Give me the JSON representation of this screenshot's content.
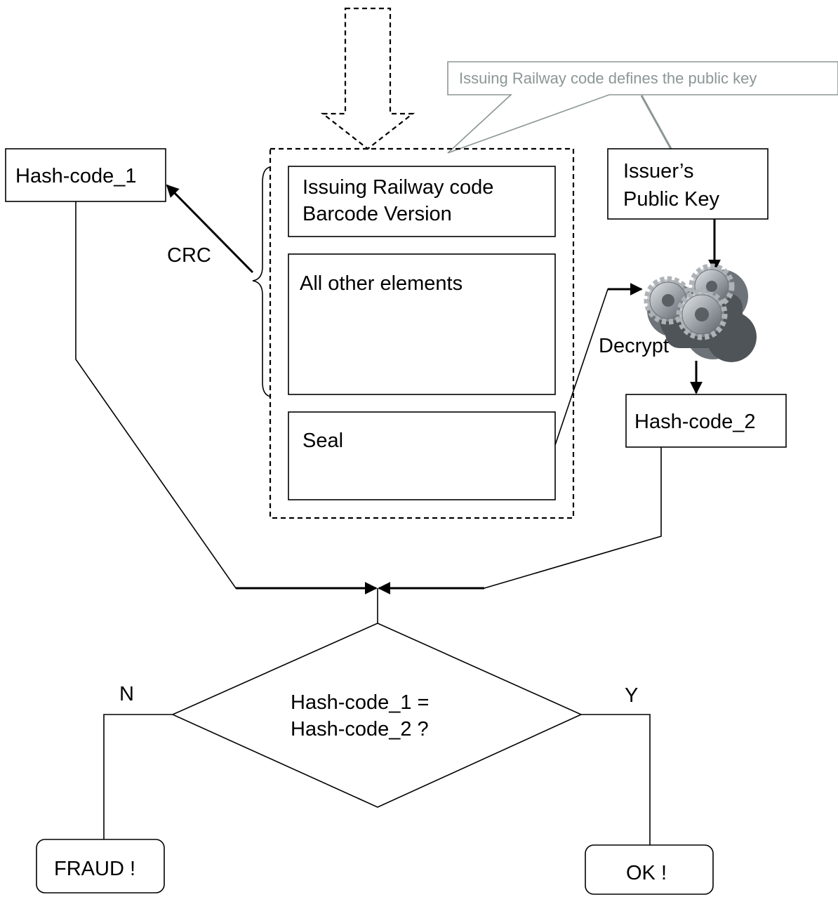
{
  "callout": {
    "text": "Issuing Railway code defines the public key"
  },
  "boxes": {
    "hash_code_1": "Hash-code_1",
    "header_line1": "Issuing Railway code",
    "header_line2": "Barcode Version",
    "other_elements": "All other elements",
    "seal": "Seal",
    "public_key_line1": "Issuer’s",
    "public_key_line2": "Public Key",
    "hash_code_2": "Hash-code_2"
  },
  "labels": {
    "crc": "CRC",
    "decrypt": "Decrypt"
  },
  "decision": {
    "line1": "Hash-code_1 =",
    "line2": "Hash-code_2 ?",
    "no_label": "N",
    "yes_label": "Y"
  },
  "outcomes": {
    "fraud": "FRAUD !",
    "ok": "OK !"
  },
  "colors": {
    "line": "#000000",
    "callout": "#8c9696",
    "gear": "#9aa0a6"
  },
  "icons": {
    "decrypt_gears": "gears-icon"
  }
}
